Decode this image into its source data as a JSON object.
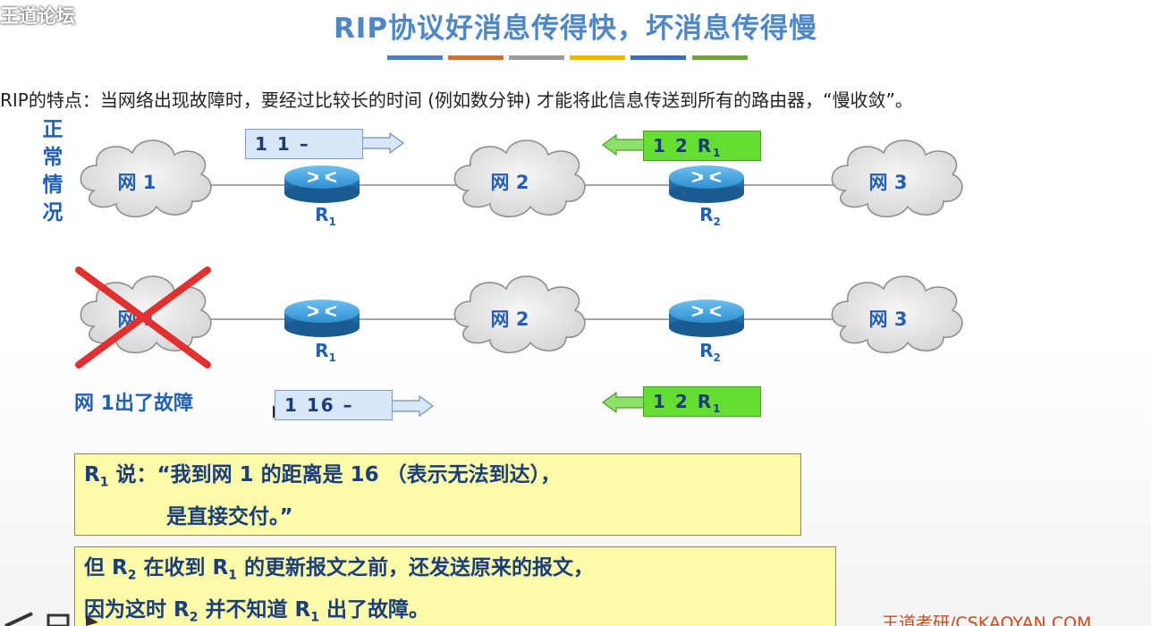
{
  "watermark": "王道论坛",
  "title": "RIP协议好消息传得快，坏消息传得慢",
  "colorbar_colors": [
    "#4a7fc1",
    "#d96b2b",
    "#9a9a9a",
    "#f0b400",
    "#3a6ec0",
    "#6aa838"
  ],
  "description": "RIP的特点：当网络出现故障时，要经过比较长的时间 (例如数分钟) 才能将此信息传送到所有的路由器，“慢收敛”。",
  "normal_label": [
    "正",
    "常",
    "情",
    "况"
  ],
  "networks": [
    "网 1",
    "网 2",
    "网 3"
  ],
  "routers": [
    {
      "name": "R",
      "sub": "1"
    },
    {
      "name": "R",
      "sub": "2"
    }
  ],
  "normal": {
    "msg_r1": "1  1  –",
    "msg_r2_prefix": "1  2  R",
    "msg_r2_sub": "1"
  },
  "fault": {
    "label": "网 1出了故障",
    "msg_r1": "1  16  –",
    "msg_r2_prefix": "1  2  R",
    "msg_r2_sub": "1"
  },
  "note1": {
    "r": "R",
    "r_sub": "1",
    "line1_rest": " 说：“我到网 1 的距离是 16 （表示无法到达），",
    "line2": "是直接交付。”"
  },
  "note2": {
    "l1_a": "但 R",
    "l1_a_sub": "2",
    "l1_b": " 在收到 R",
    "l1_b_sub": "1",
    "l1_c": " 的更新报文之前，还发送原来的报文，",
    "l2_a": "因为这时 R",
    "l2_a_sub": "2",
    "l2_b": " 并不知道 R",
    "l2_b_sub": "1",
    "l2_c": " 出了故障。"
  },
  "footer": "王道考研/CSKAOYAN.COM",
  "colors": {
    "title": "#4f86c6",
    "label_blue": "#2460b0",
    "cross": "#e03030",
    "router": "#2f8fd0"
  }
}
